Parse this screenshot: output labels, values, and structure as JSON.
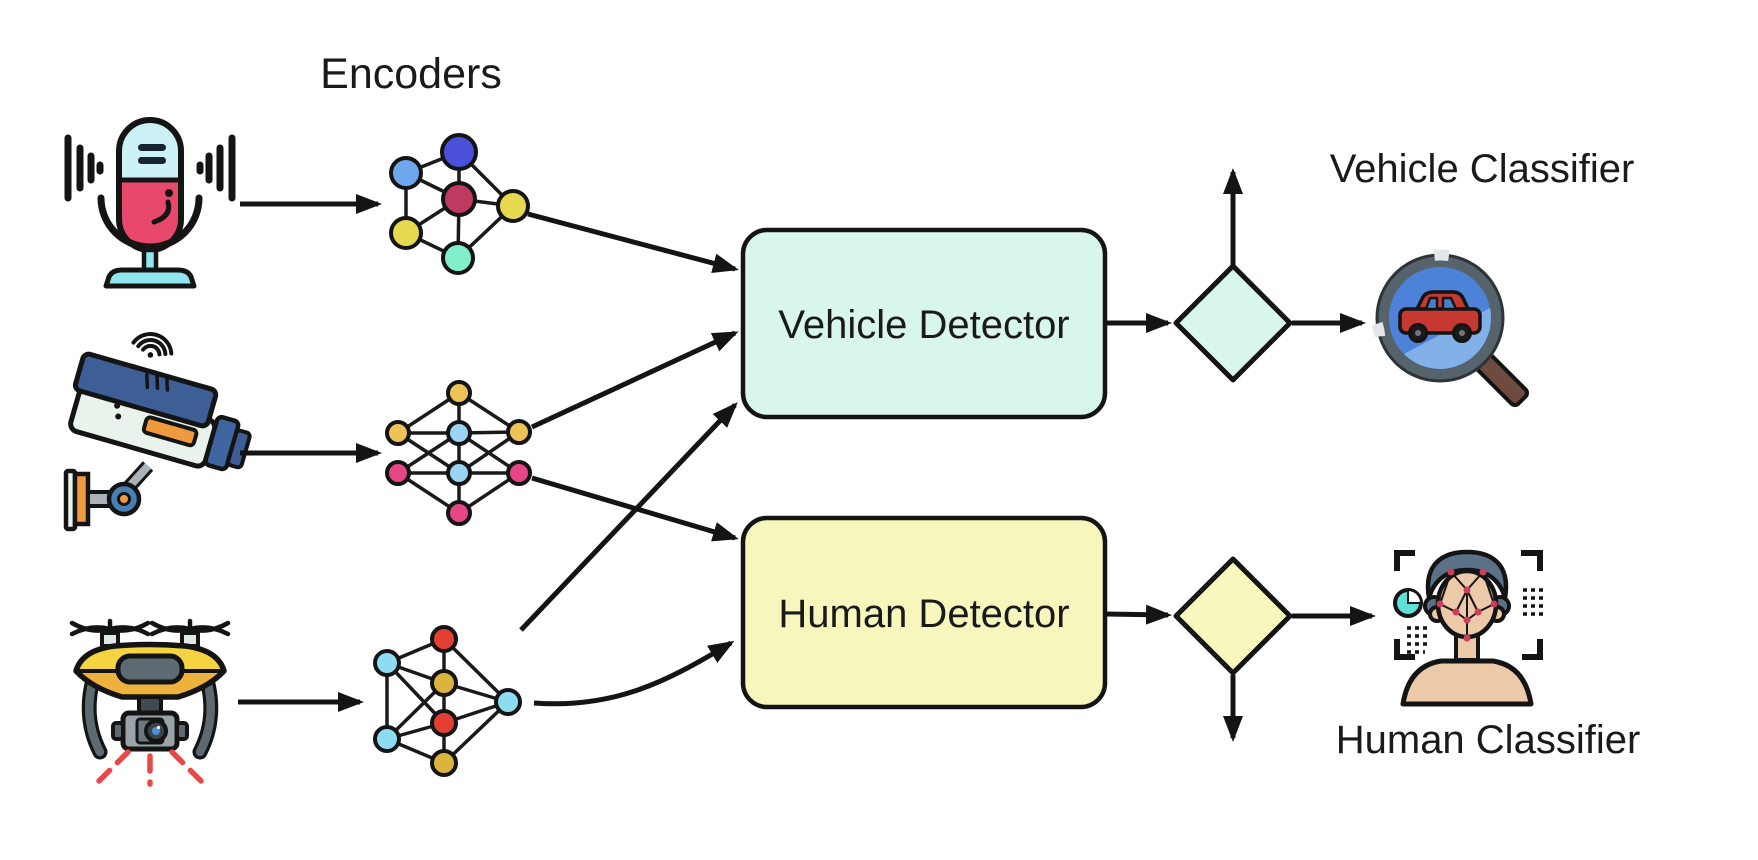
{
  "diagram": {
    "encoders_label": "Encoders",
    "inputs": [
      {
        "name": "audio-source",
        "icon": "microphone-icon"
      },
      {
        "name": "video-source",
        "icon": "cctv-camera-icon"
      },
      {
        "name": "aerial-source",
        "icon": "drone-icon"
      }
    ],
    "encoders": [
      {
        "name": "audio-encoder-network",
        "node_colors": [
          "#6fa7ec",
          "#4b50d8",
          "#bf3a60",
          "#e7d94f",
          "#82eecb"
        ]
      },
      {
        "name": "camera-encoder-network",
        "node_colors": [
          "#edc257",
          "#9ad3f3",
          "#e64586"
        ]
      },
      {
        "name": "drone-encoder-network",
        "node_colors": [
          "#e23e31",
          "#8edcf2",
          "#d9b33c"
        ]
      }
    ],
    "detectors": [
      {
        "label": "Vehicle Detector",
        "fill": "#d9f6ec"
      },
      {
        "label": "Human Detector",
        "fill": "#f7f7bd"
      }
    ],
    "decisions": [
      {
        "name": "vehicle-decision",
        "fill": "#d9f6ec",
        "exit_arrows": [
          "up",
          "right"
        ]
      },
      {
        "name": "human-decision",
        "fill": "#f7f7bd",
        "exit_arrows": [
          "down",
          "right"
        ]
      }
    ],
    "classifiers": [
      {
        "label": "Vehicle Classifier",
        "icon": "car-magnifier-icon"
      },
      {
        "label": "Human Classifier",
        "icon": "face-recognition-icon"
      }
    ],
    "edges": [
      {
        "from": "audio-source",
        "to": "audio-encoder-network"
      },
      {
        "from": "video-source",
        "to": "camera-encoder-network"
      },
      {
        "from": "aerial-source",
        "to": "drone-encoder-network"
      },
      {
        "from": "audio-encoder-network",
        "to": "Vehicle Detector"
      },
      {
        "from": "camera-encoder-network",
        "to": "Vehicle Detector"
      },
      {
        "from": "camera-encoder-network",
        "to": "Human Detector"
      },
      {
        "from": "drone-encoder-network",
        "to": "Vehicle Detector"
      },
      {
        "from": "drone-encoder-network",
        "to": "Human Detector"
      },
      {
        "from": "Vehicle Detector",
        "to": "vehicle-decision"
      },
      {
        "from": "vehicle-decision",
        "to": "Vehicle Classifier"
      },
      {
        "from": "Human Detector",
        "to": "human-decision"
      },
      {
        "from": "human-decision",
        "to": "Human Classifier"
      }
    ],
    "colors": {
      "arrow": "#141414",
      "outline": "#1a1a1a",
      "background": "#ffffff"
    }
  }
}
